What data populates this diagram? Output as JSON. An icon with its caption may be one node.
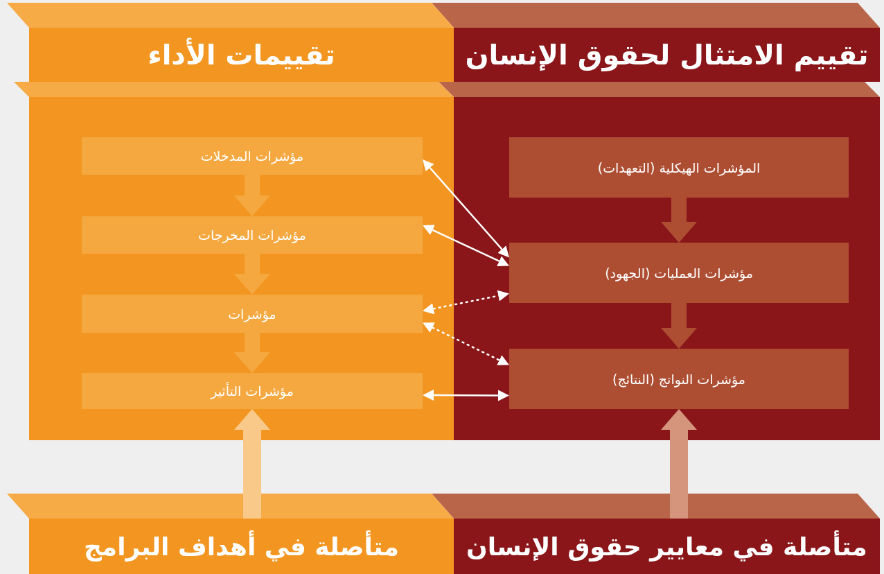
{
  "diagram": {
    "nodes": [
      {
        "text": [
          "تقييم الامتثال لحقوق الإنسان"
        ]
      },
      {
        "text": [
          "المؤشرات الهيكلية (التعهدات)"
        ],
        "in": 0
      },
      {
        "text": [
          "مؤشرات العمليات (الجهود)"
        ],
        "in": 0
      },
      {
        "text": [
          "مؤشرات النواتج (النتائج)"
        ],
        "in": 0
      },
      {
        "text": [
          "تقييمات الأداء"
        ]
      },
      {
        "text": [
          "مؤشرات المدخلات"
        ],
        "in": 4
      },
      {
        "text": [
          "مؤشرات المخرجات"
        ],
        "in": 4
      },
      {
        "text": [
          "مؤشرات"
        ],
        "in": 4
      },
      {
        "text": [
          "مؤشرات التأثير"
        ],
        "in": 4
      },
      {
        "text": [
          "متأصلة في معايير حقوق الإنسان"
        ]
      },
      {
        "text": [
          "متأصلة في أهداف البرامج"
        ]
      }
    ],
    "edges": [
      {
        "from": 1,
        "to": 2,
        "arrow": "to",
        "color": "#ad4e33"
      },
      {
        "from": 2,
        "to": 3,
        "arrow": "to",
        "color": "#ad4e33"
      },
      {
        "from": 5,
        "to": 6,
        "arrow": "to",
        "color": "#f5a840"
      },
      {
        "from": 6,
        "to": 7,
        "arrow": "to",
        "color": "#f5a840"
      },
      {
        "from": 7,
        "to": 8,
        "arrow": "to",
        "color": "#f5a840"
      },
      {
        "from": 5,
        "to": 2,
        "arrow": "both"
      },
      {
        "from": 6,
        "to": 2,
        "arrow": "both"
      },
      {
        "from": 7,
        "to": 2,
        "arrow": "both",
        "style": "dashed"
      },
      {
        "from": 7,
        "to": 3,
        "arrow": "both",
        "style": "dashed"
      },
      {
        "from": 8,
        "to": 3,
        "arrow": "both"
      },
      {
        "from": 9,
        "to": 3,
        "arrow": "to",
        "color": "#d4957c"
      },
      {
        "from": 10,
        "to": 8,
        "arrow": "to",
        "color": "#f9c98a"
      }
    ]
  }
}
